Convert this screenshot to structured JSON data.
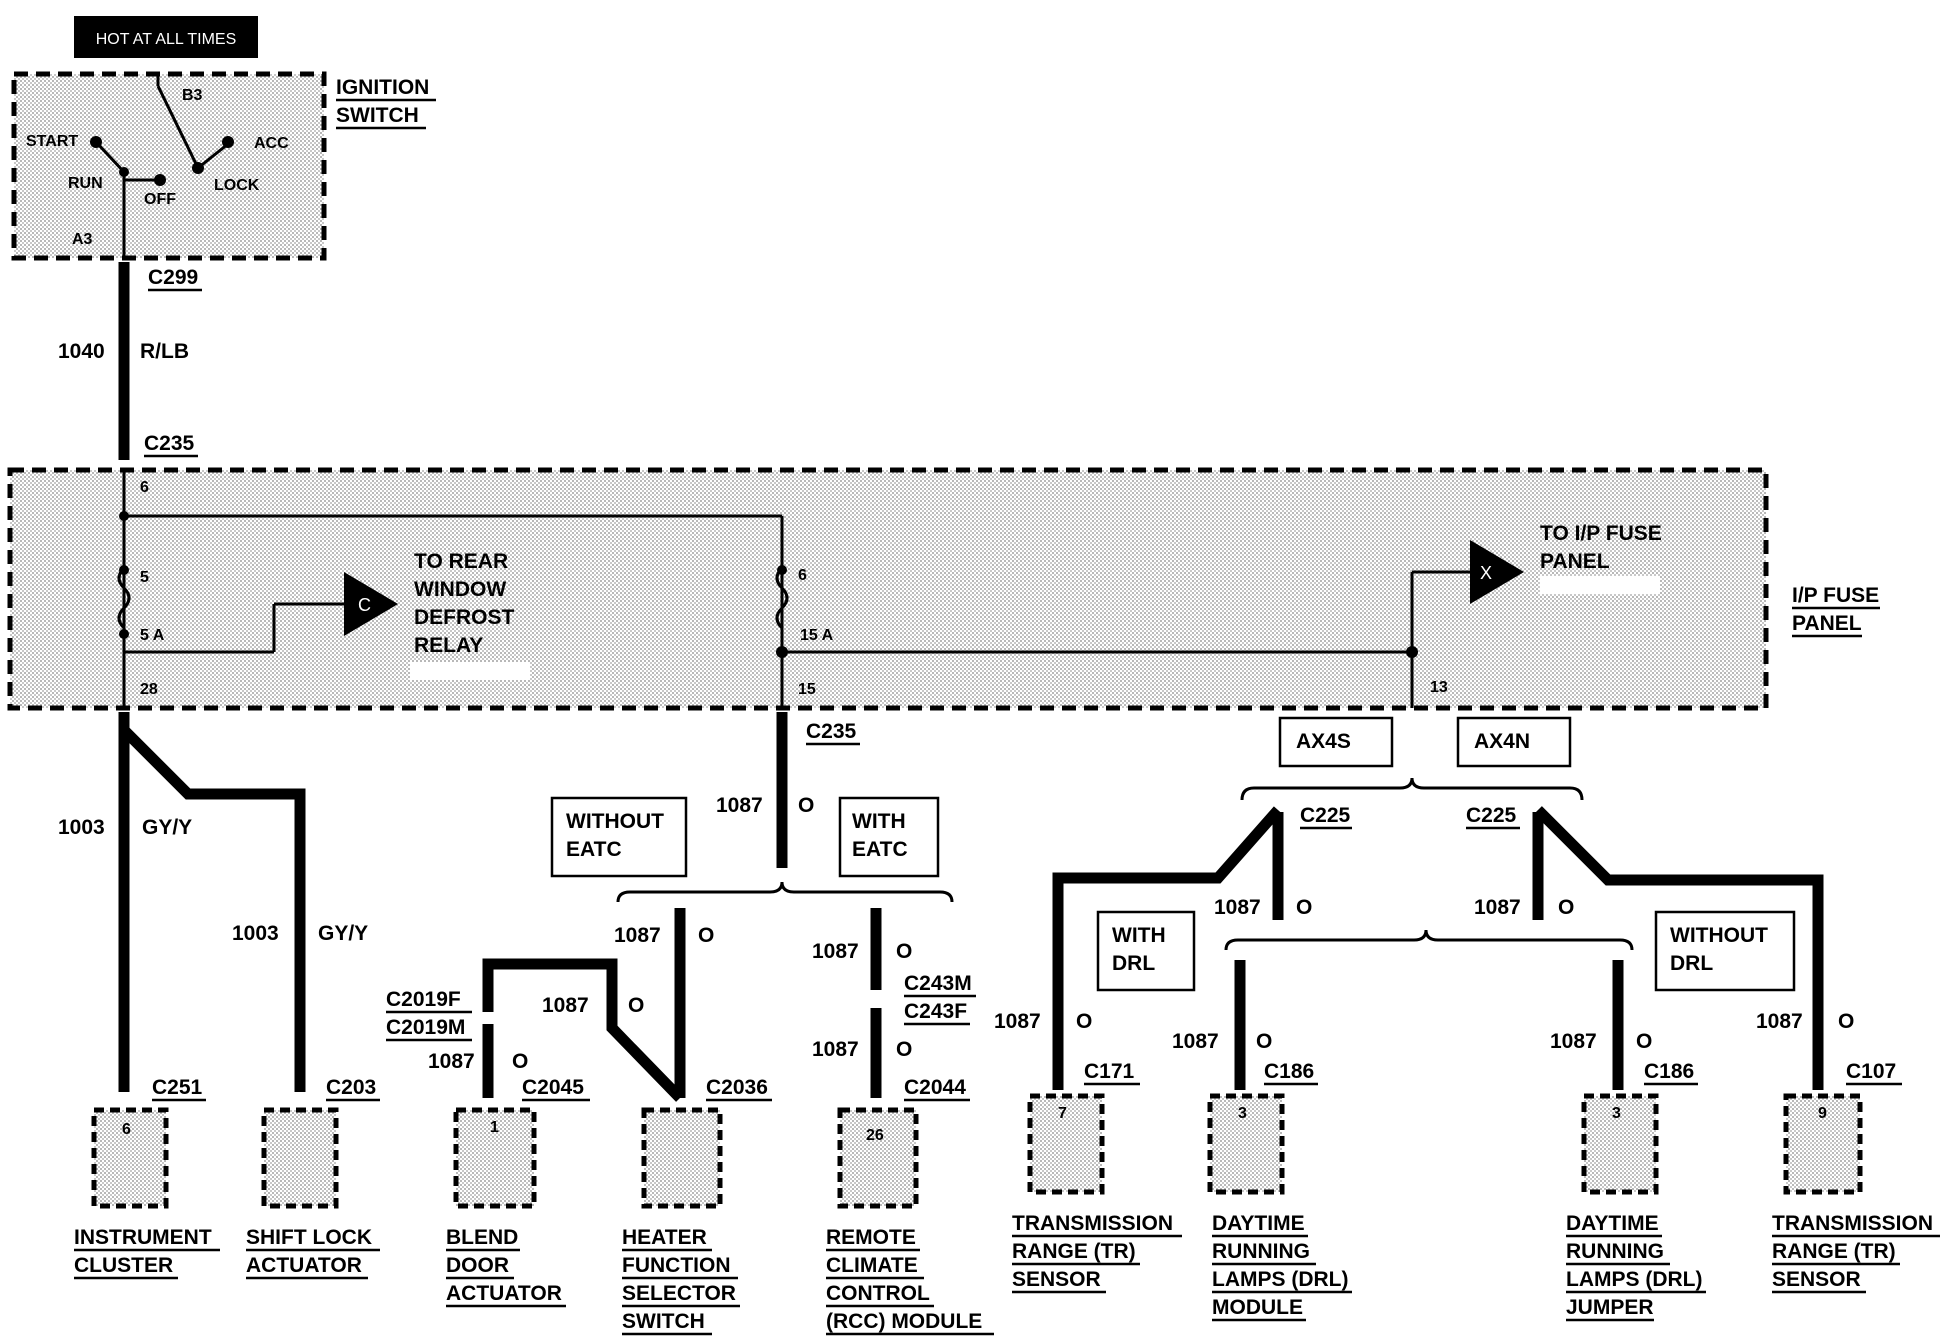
{
  "header": {
    "hot_label": "HOT AT ALL TIMES"
  },
  "ignition": {
    "title": [
      "IGNITION",
      "SWITCH"
    ],
    "positions": {
      "b3": "B3",
      "start": "START",
      "acc": "ACC",
      "run": "RUN",
      "off": "OFF",
      "lock": "LOCK",
      "a3": "A3"
    }
  },
  "wire_1040": {
    "circuit": "1040",
    "color": "R/LB",
    "top_connector": "C299",
    "bottom_connector": "C235"
  },
  "fuse_panel": {
    "title": [
      "I/P FUSE",
      "PANEL"
    ],
    "pins": {
      "in_left": "6",
      "fuse1_top": "5",
      "fuse1": "5 A",
      "out_left": "28",
      "fuse2_top": "6",
      "fuse2": "15 A",
      "out_mid": "15",
      "out_right": "13"
    },
    "rear_defrost": {
      "symbol": "C",
      "text": [
        "TO REAR",
        "WINDOW",
        "DEFROST",
        "RELAY"
      ]
    },
    "to_fuse_panel": {
      "symbol": "X",
      "text": [
        "TO I/P FUSE",
        "PANEL"
      ]
    }
  },
  "left_branch": {
    "connector": "C235",
    "wires": [
      {
        "circuit": "1003",
        "color": "GY/Y"
      },
      {
        "circuit": "1003",
        "color": "GY/Y"
      }
    ]
  },
  "middle_branch": {
    "connector": "C235",
    "circuit": "1087",
    "color": "O",
    "options": [
      "WITHOUT EATC",
      "WITH EATC"
    ],
    "without": {
      "wire1": {
        "circuit": "1087",
        "color": "O"
      },
      "wire2": {
        "circuit": "1087",
        "color": "O"
      },
      "wire3": {
        "circuit": "1087",
        "color": "O"
      },
      "inline_connectors": [
        "C2019F",
        "C2019M"
      ]
    },
    "with": {
      "wire1": {
        "circuit": "1087",
        "color": "O"
      },
      "wire2": {
        "circuit": "1087",
        "color": "O"
      },
      "inline_connectors": [
        "C243M",
        "C243F"
      ]
    }
  },
  "right_branch": {
    "options": [
      "AX4S",
      "AX4N"
    ],
    "ax4s": {
      "connector": "C225",
      "circuit": "1087",
      "color": "O"
    },
    "ax4n": {
      "connector": "C225",
      "circuit": "1087",
      "color": "O"
    },
    "drl_options": [
      "WITH DRL",
      "WITHOUT DRL"
    ],
    "wires": [
      {
        "circuit": "1087",
        "color": "O"
      },
      {
        "circuit": "1087",
        "color": "O"
      },
      {
        "circuit": "1087",
        "color": "O"
      },
      {
        "circuit": "1087",
        "color": "O"
      }
    ]
  },
  "components": [
    {
      "connector": "C251",
      "pin": "6",
      "name": [
        "INSTRUMENT",
        "CLUSTER"
      ]
    },
    {
      "connector": "C203",
      "pin": "",
      "name": [
        "SHIFT LOCK",
        "ACTUATOR"
      ]
    },
    {
      "connector": "C2045",
      "pin": "1",
      "name": [
        "BLEND",
        "DOOR",
        "ACTUATOR"
      ]
    },
    {
      "connector": "C2036",
      "pin": "",
      "name": [
        "HEATER",
        "FUNCTION",
        "SELECTOR",
        "SWITCH"
      ]
    },
    {
      "connector": "C2044",
      "pin": "26",
      "name": [
        "REMOTE",
        "CLIMATE",
        "CONTROL",
        "(RCC) MODULE"
      ]
    },
    {
      "connector": "C171",
      "pin": "7",
      "name": [
        "TRANSMISSION",
        "RANGE (TR)",
        "SENSOR"
      ]
    },
    {
      "connector": "C186",
      "pin": "3",
      "name": [
        "DAYTIME",
        "RUNNING",
        "LAMPS (DRL)",
        "MODULE"
      ]
    },
    {
      "connector": "C186",
      "pin": "3",
      "name": [
        "DAYTIME",
        "RUNNING",
        "LAMPS (DRL)",
        "JUMPER"
      ]
    },
    {
      "connector": "C107",
      "pin": "9",
      "name": [
        "TRANSMISSION",
        "RANGE (TR)",
        "SENSOR"
      ]
    }
  ]
}
